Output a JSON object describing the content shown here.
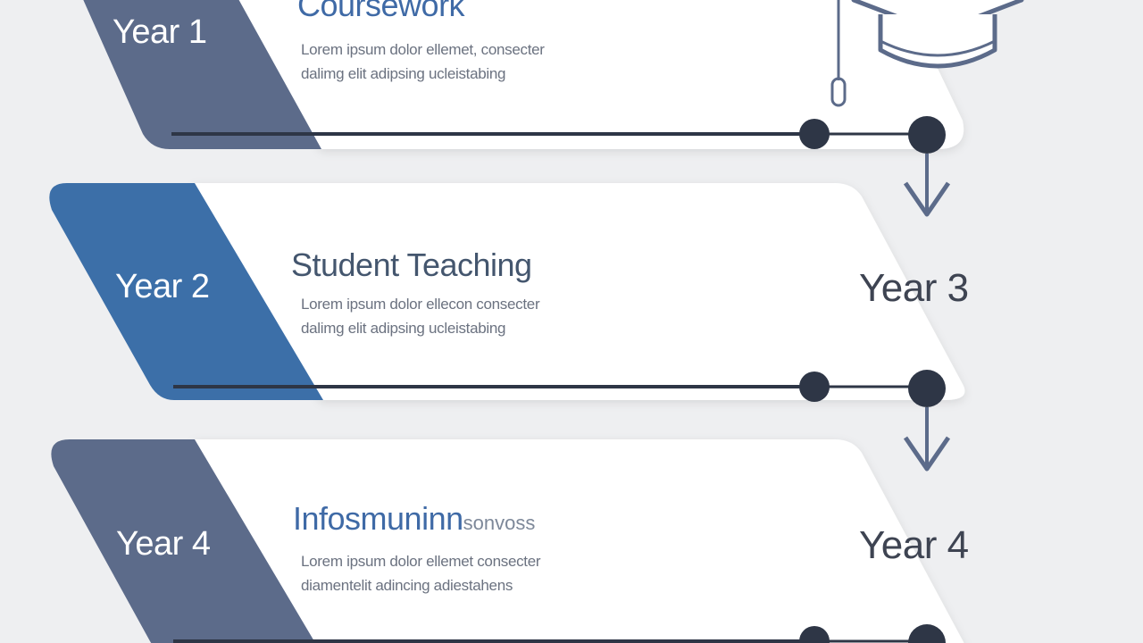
{
  "stages": [
    {
      "tab_label": "Year 1",
      "title": "Coursework",
      "title_suffix": "",
      "desc_lines": [
        "Lorem ipsum dolor ellemet, consecter",
        "dalimg elit adipsing ucleistabing"
      ],
      "right_label": "",
      "tab_color": "#5c6b8a"
    },
    {
      "tab_label": "Year 2",
      "title": "Student Teaching",
      "title_suffix": "",
      "desc_lines": [
        "Lorem ipsum dolor ellecon consecter",
        "dalimg elit adipsing ucleistabing"
      ],
      "right_label": "Year 3",
      "tab_color": "#3c6fa8"
    },
    {
      "tab_label": "Year 4",
      "title": "Infosmuninn",
      "title_suffix": "sonvoss",
      "desc_lines": [
        "Lorem ipsum dolor ellemet consecter",
        "diamentelit adincing adiestahens"
      ],
      "right_label": "Year 4",
      "tab_color": "#5c6b8a"
    }
  ],
  "icons": {
    "cap": "graduation-cap-icon",
    "arrow": "down-arrow-icon"
  },
  "colors": {
    "background": "#eeeff1",
    "panel": "#ffffff",
    "line": "#2e3646",
    "arrow": "#5c6b8a"
  }
}
